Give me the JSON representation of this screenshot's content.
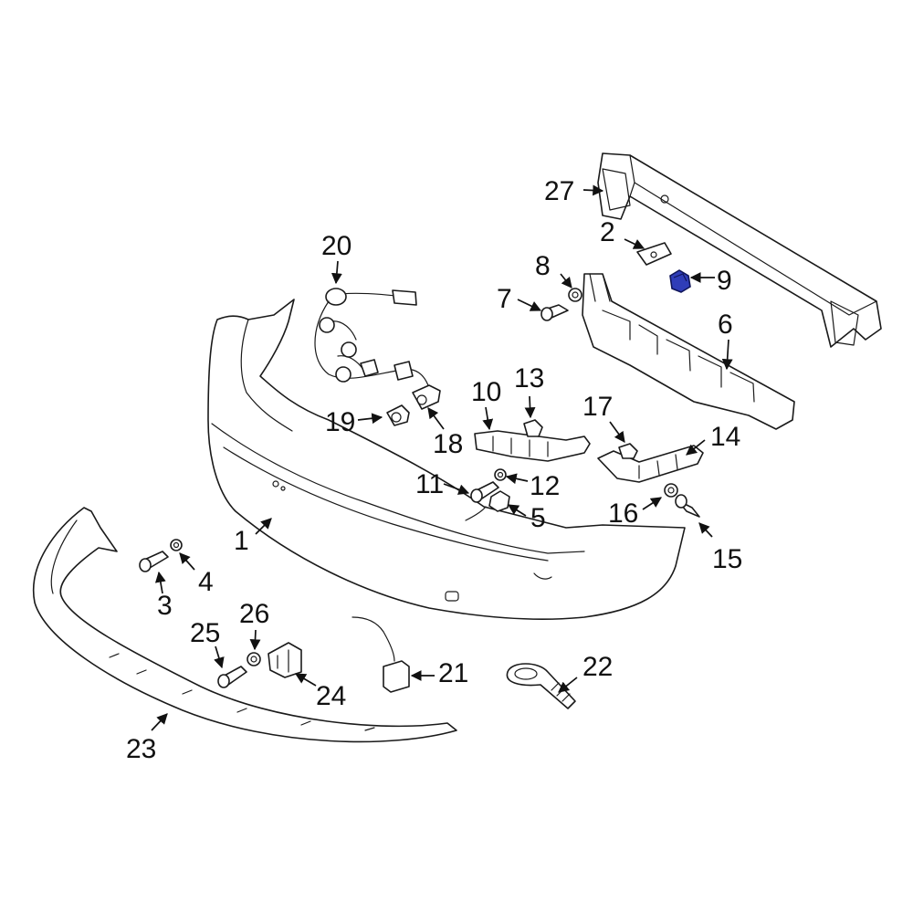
{
  "diagram": {
    "highlight_color": "#2f3db8",
    "highlighted_part": "9",
    "callouts": [
      "1",
      "2",
      "3",
      "4",
      "5",
      "6",
      "7",
      "8",
      "9",
      "10",
      "11",
      "12",
      "13",
      "14",
      "15",
      "16",
      "17",
      "18",
      "19",
      "20",
      "21",
      "22",
      "23",
      "24",
      "25",
      "26",
      "27"
    ]
  }
}
